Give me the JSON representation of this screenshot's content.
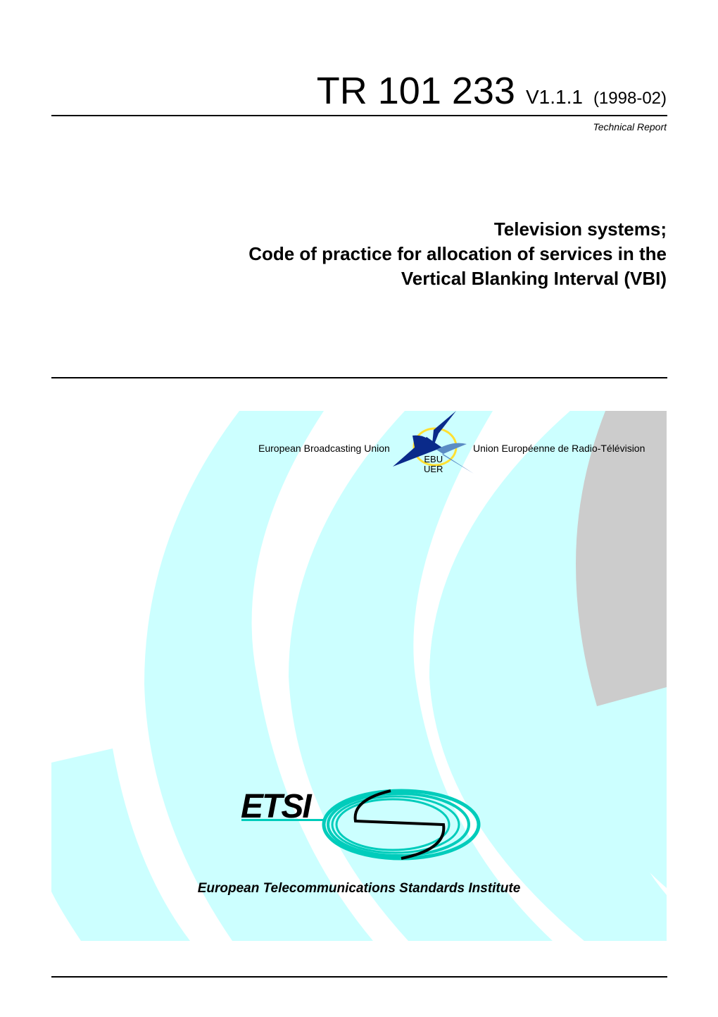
{
  "header": {
    "doc_number": "TR 101 233",
    "version": "V1.1.1",
    "date": "(1998-02)",
    "doc_type": "Technical Report"
  },
  "title": {
    "line1": "Television systems;",
    "line2": "Code of practice for allocation of services in the",
    "line3": "Vertical Blanking Interval (VBI)"
  },
  "ebu": {
    "left_text": "European Broadcasting Union",
    "right_text": "Union Européenne de Radio-Télévision",
    "logo_line1": "EBU",
    "logo_line2": "UER"
  },
  "etsi": {
    "logo_text": "ETSI",
    "full_name": "European Telecommunications Standards Institute"
  },
  "colors": {
    "band": "#ccffff",
    "gray": "#cccccc",
    "etsi_teal": "#00ccbb",
    "ebu_dark": "#0a2a8a",
    "ebu_light": "#5b8cc4",
    "ebu_ring": "#ffe033"
  }
}
